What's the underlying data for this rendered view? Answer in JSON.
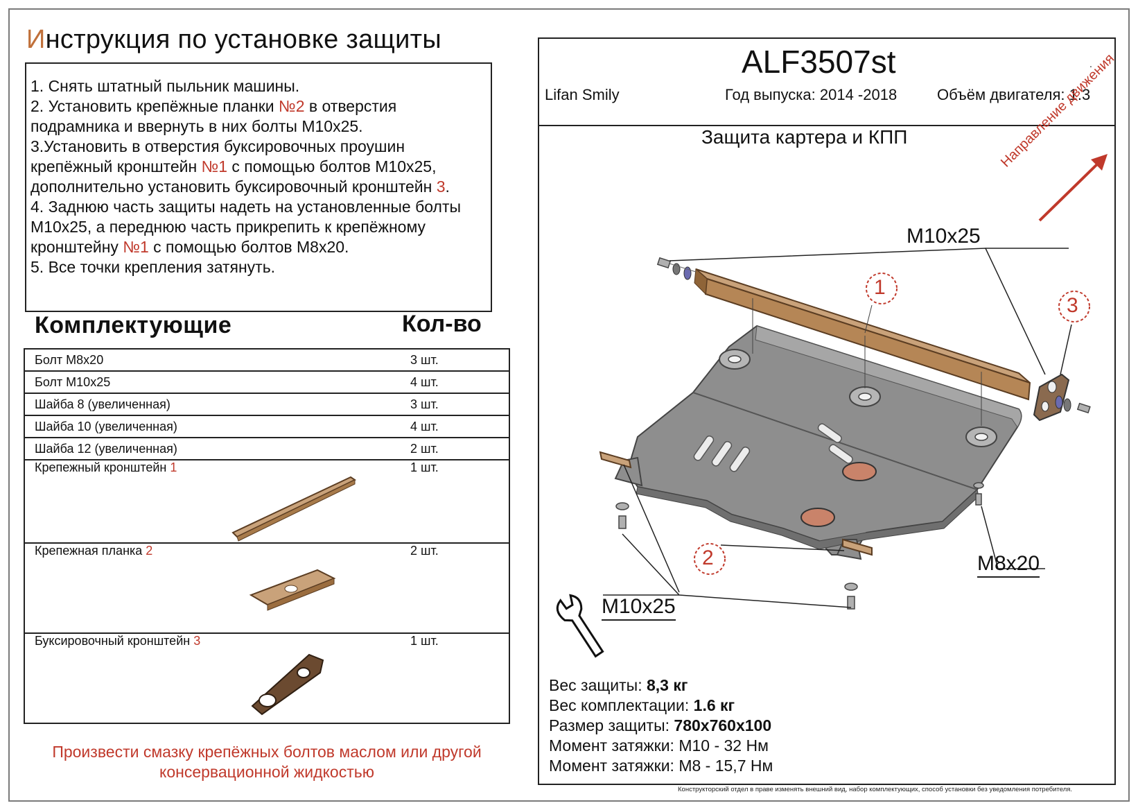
{
  "header": {
    "title_first_letter": "И",
    "title_rest": "нструкция по установке защиты"
  },
  "steps": [
    [
      "1.  Снять  штатный  пыльник машины."
    ],
    [
      "2.  Установить крепёжные планки ",
      "№2",
      "  в отверстия подрамника и ввернуть в них болты М10х25."
    ],
    [
      "3.Установить в отверстия буксировочных проушин крепёжный кронштейн ",
      "№1",
      " с помощью болтов М10х25, дополнительно установить буксировочный кронштейн ",
      "3",
      "."
    ],
    [
      "4.  Заднюю часть защиты надеть на установленные болты М10х25, а переднюю часть прикрепить к крепёжному кронштейну ",
      "№1",
      " с помощью болтов М8х20."
    ],
    [
      "5.  Все точки крепления затянуть."
    ]
  ],
  "kit": {
    "header": "Комплектующие",
    "qty_header": "Кол-во",
    "rows": [
      {
        "name": "Болт М8х20",
        "num": "",
        "qty": "3 шт."
      },
      {
        "name": "Болт М10х25",
        "num": "",
        "qty": "4 шт."
      },
      {
        "name": "Шайба 8 (увеличенная)",
        "num": "",
        "qty": "3 шт."
      },
      {
        "name": "Шайба 10 (увеличенная)",
        "num": "",
        "qty": "4 шт."
      },
      {
        "name": "Шайба 12 (увеличенная)",
        "num": "",
        "qty": "2 шт."
      },
      {
        "name": "Крепежный кронштейн ",
        "num": "1",
        "qty": "1 шт."
      },
      {
        "name": "Крепежная планка ",
        "num": "2",
        "qty": "2 шт."
      },
      {
        "name": "Буксировочный кронштейн ",
        "num": "3",
        "qty": "1 шт."
      }
    ]
  },
  "note": "Произвести смазку крепёжных болтов маслом или другой консервационной жидкостью",
  "product": {
    "code": "ALF3507st",
    "car": "Lifan Smily",
    "year": "Год выпуска: 2014 -2018",
    "engine": "Объём двигателя: 1.3",
    "dot": ".",
    "part_title": "Защита картера и КПП",
    "direction": "Направление движения"
  },
  "labels": {
    "bolt_top": "M10x25",
    "bolt_bottom": "M10x25",
    "bolt_right": "M8x20",
    "callout_1": "1",
    "callout_2": "2",
    "callout_3": "3"
  },
  "specs": [
    {
      "label": "Вес защиты: ",
      "value": "8,3 кг"
    },
    {
      "label": "Вес комплектации: ",
      "value": "1.6 кг"
    },
    {
      "label": "Размер защиты: ",
      "value": "780х760х100"
    },
    {
      "label": "Момент затяжки:  М10 - 32 Нм",
      "value": ""
    },
    {
      "label": "Момент затяжки:  М8 - 15,7 Нм",
      "value": ""
    }
  ],
  "disclaimer": "Конструкторский отдел в праве изменять внешний вид, набор комплектующих, способ установки без уведомления потребителя.",
  "colors": {
    "accent_red": "#c0392b",
    "bronze": "#c49a6c",
    "plate_gray": "#8c8c8c"
  }
}
